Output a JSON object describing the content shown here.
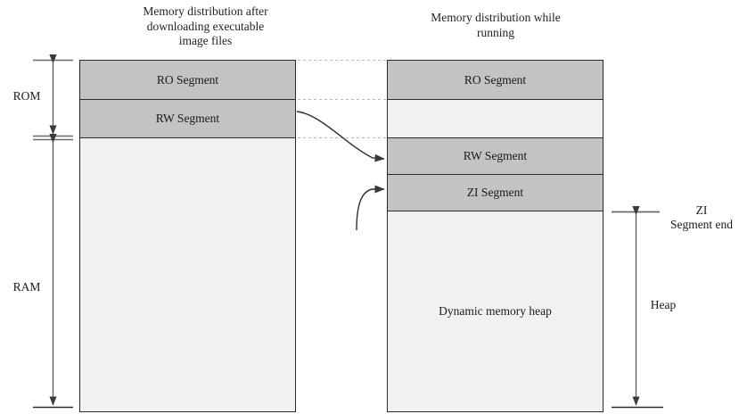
{
  "diagram": {
    "type": "memory-layout-diagram",
    "left_panel": {
      "title": "Memory distribution after\ndownloading executable\nimage files",
      "segments": [
        {
          "label": "RO Segment",
          "fill": "filled"
        },
        {
          "label": "RW Segment",
          "fill": "filled"
        },
        {
          "label": "",
          "fill": "empty"
        }
      ]
    },
    "right_panel": {
      "title": "Memory distribution while\nrunning",
      "segments": [
        {
          "label": "RO Segment",
          "fill": "filled"
        },
        {
          "label": "",
          "fill": "empty"
        },
        {
          "label": "RW Segment",
          "fill": "filled"
        },
        {
          "label": "ZI Segment",
          "fill": "filled"
        },
        {
          "label": "Dynamic memory heap",
          "fill": "empty"
        }
      ]
    },
    "left_measures": [
      {
        "label": "ROM"
      },
      {
        "label": "RAM"
      }
    ],
    "right_measures": [
      {
        "label": "ZI\nSegment end"
      },
      {
        "label": "Heap"
      }
    ],
    "colors": {
      "segment_fill": "#c3c3c3",
      "segment_empty": "#f1f1f1",
      "border": "#2b2b2b",
      "arrow": "#555555",
      "guide_line": "#b8b8b8",
      "text": "#1a1a1a",
      "background": "#ffffff"
    }
  }
}
